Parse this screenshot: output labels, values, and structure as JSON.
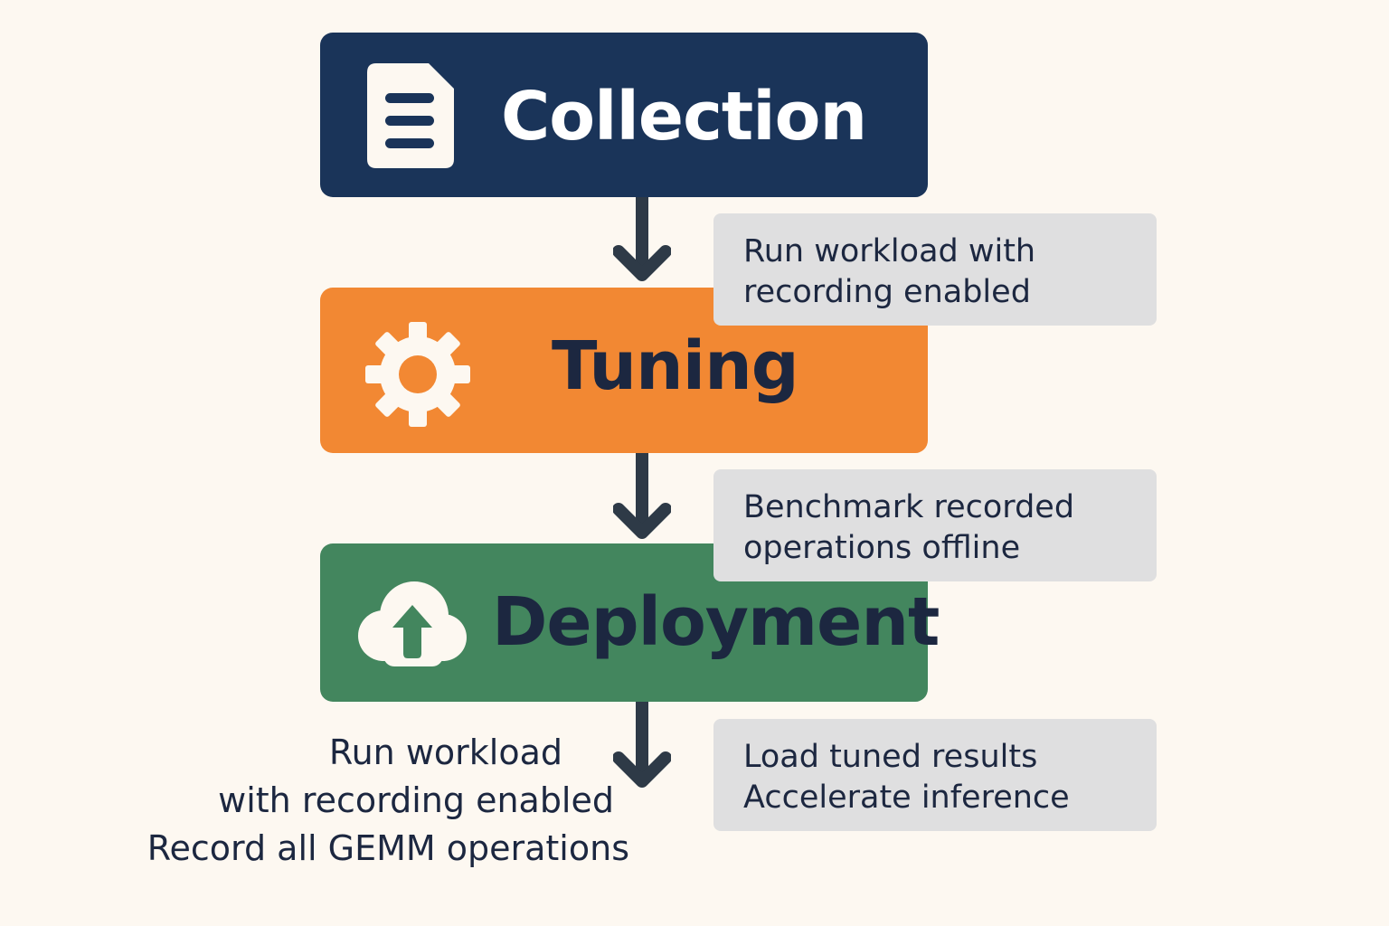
{
  "colors": {
    "background": "#fdf8f1",
    "collection": "#1a3459",
    "tuning": "#f28833",
    "deployment": "#43865e",
    "dark_text": "#1c2740",
    "light_text": "#ffffff",
    "note_background": "#dfdfe0",
    "icon_fill": "#fdf8f1",
    "arrow": "#2e3a47"
  },
  "stages": [
    {
      "title": "Collection",
      "icon": "document-icon"
    },
    {
      "title": "Tuning",
      "icon": "gear-icon"
    },
    {
      "title": "Deployment",
      "icon": "cloud-upload-icon"
    }
  ],
  "notes": [
    {
      "lines": [
        "Run workload with",
        "recording enabled"
      ]
    },
    {
      "lines": [
        "Benchmark recorded",
        "operations offline"
      ]
    },
    {
      "lines": [
        "Load tuned results",
        "Accelerate inference"
      ]
    }
  ],
  "caption": {
    "lines": [
      "Run workload",
      "with recording enabled",
      "Record all GEMM operations"
    ]
  }
}
